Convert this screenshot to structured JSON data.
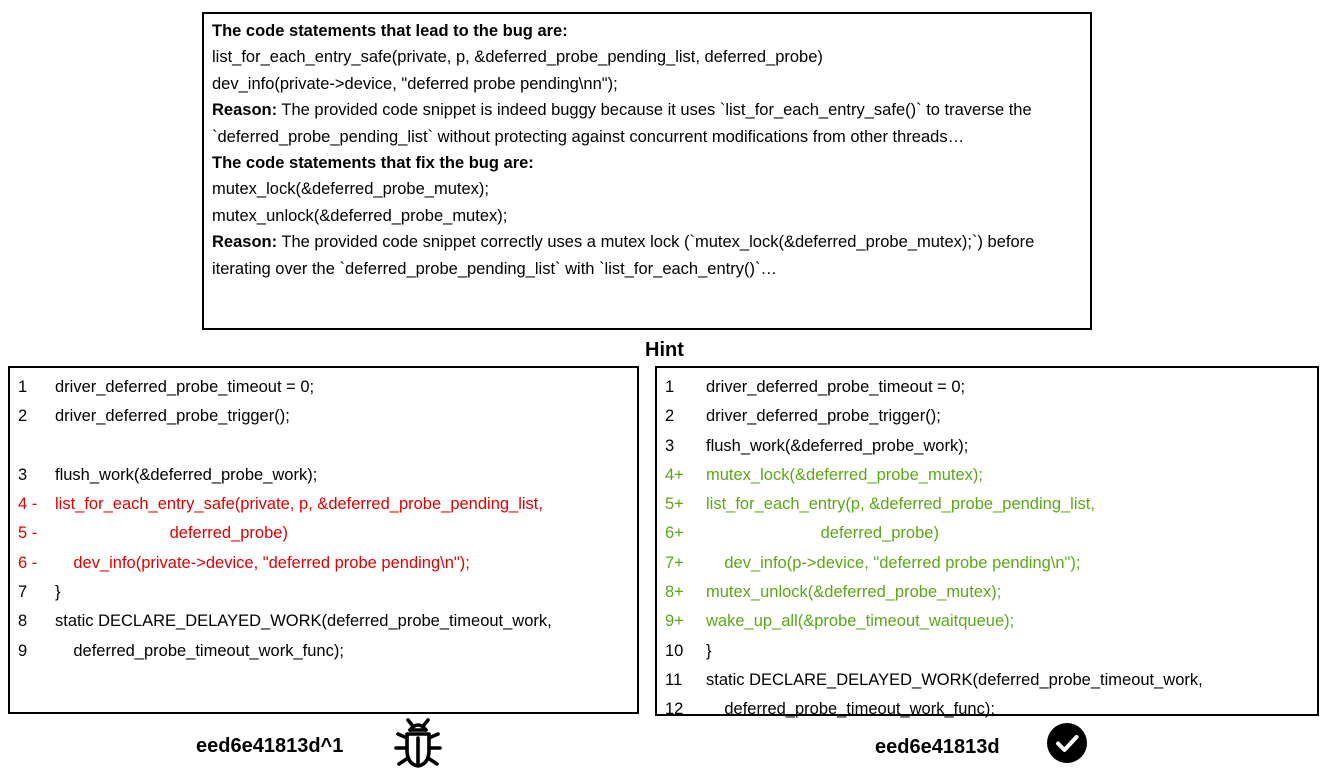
{
  "hint_box": {
    "bug_heading": "The code statements that lead to the bug are:",
    "bug_line_1": "list_for_each_entry_safe(private, p, &deferred_probe_pending_list, deferred_probe)",
    "bug_line_2": "dev_info(private->device, \"deferred probe pending\\nn\");",
    "reason_label": "Reason:",
    "bug_reason": " The provided code snippet is indeed buggy because it uses `list_for_each_entry_safe()` to traverse the `deferred_probe_pending_list` without protecting against concurrent modifications from other threads…",
    "fix_heading": "The code statements that fix the bug are:",
    "fix_line_1": "mutex_lock(&deferred_probe_mutex);",
    "fix_line_2": "mutex_unlock(&deferred_probe_mutex);",
    "fix_reason": " The provided code snippet correctly uses a mutex lock (`mutex_lock(&deferred_probe_mutex);`) before iterating over the `deferred_probe_pending_list` with `list_for_each_entry()`…"
  },
  "hint_title": "Hint",
  "buggy_code": {
    "caption": "eed6e41813d^1",
    "lines": [
      {
        "num": "1",
        "text": "driver_deferred_probe_timeout = 0;",
        "status": "context"
      },
      {
        "num": "2",
        "text": "driver_deferred_probe_trigger();",
        "status": "context"
      },
      {
        "num": "",
        "text": "",
        "status": "blank"
      },
      {
        "num": "3",
        "text": "flush_work(&deferred_probe_work);",
        "status": "context"
      },
      {
        "num": "4 -",
        "text": "list_for_each_entry_safe(private, p, &deferred_probe_pending_list,",
        "status": "removed"
      },
      {
        "num": "5 -",
        "text": "                         deferred_probe)",
        "status": "removed"
      },
      {
        "num": "6 -",
        "text": "    dev_info(private->device, \"deferred probe pending\\n\");",
        "status": "removed"
      },
      {
        "num": "7",
        "text": "}",
        "status": "context"
      },
      {
        "num": "8",
        "text": "static DECLARE_DELAYED_WORK(deferred_probe_timeout_work,",
        "status": "context"
      },
      {
        "num": "9",
        "text": "    deferred_probe_timeout_work_func);",
        "status": "context"
      }
    ]
  },
  "fixed_code": {
    "caption": "eed6e41813d",
    "lines": [
      {
        "num": "1",
        "text": "driver_deferred_probe_timeout = 0;",
        "status": "context"
      },
      {
        "num": "2",
        "text": "driver_deferred_probe_trigger();",
        "status": "context"
      },
      {
        "num": "3",
        "text": "flush_work(&deferred_probe_work);",
        "status": "context"
      },
      {
        "num": "4+",
        "text": "mutex_lock(&deferred_probe_mutex);",
        "status": "added"
      },
      {
        "num": "5+",
        "text": "list_for_each_entry(p, &deferred_probe_pending_list,",
        "status": "added"
      },
      {
        "num": "6+",
        "text": "                         deferred_probe)",
        "status": "added"
      },
      {
        "num": "7+",
        "text": "    dev_info(p->device, \"deferred probe pending\\n\");",
        "status": "added"
      },
      {
        "num": "8+",
        "text": "mutex_unlock(&deferred_probe_mutex);",
        "status": "added"
      },
      {
        "num": "9+",
        "text": "wake_up_all(&probe_timeout_waitqueue);",
        "status": "added"
      },
      {
        "num": "10",
        "text": "}",
        "status": "context"
      },
      {
        "num": "11",
        "text": "static DECLARE_DELAYED_WORK(deferred_probe_timeout_work,",
        "status": "context"
      },
      {
        "num": "12",
        "text": "    deferred_probe_timeout_work_func);",
        "status": "context"
      }
    ]
  },
  "icons": {
    "buggy": "bug-icon",
    "fixed": "check-circle-icon"
  },
  "colors": {
    "removed": "#e00000",
    "added": "#5aa815"
  }
}
